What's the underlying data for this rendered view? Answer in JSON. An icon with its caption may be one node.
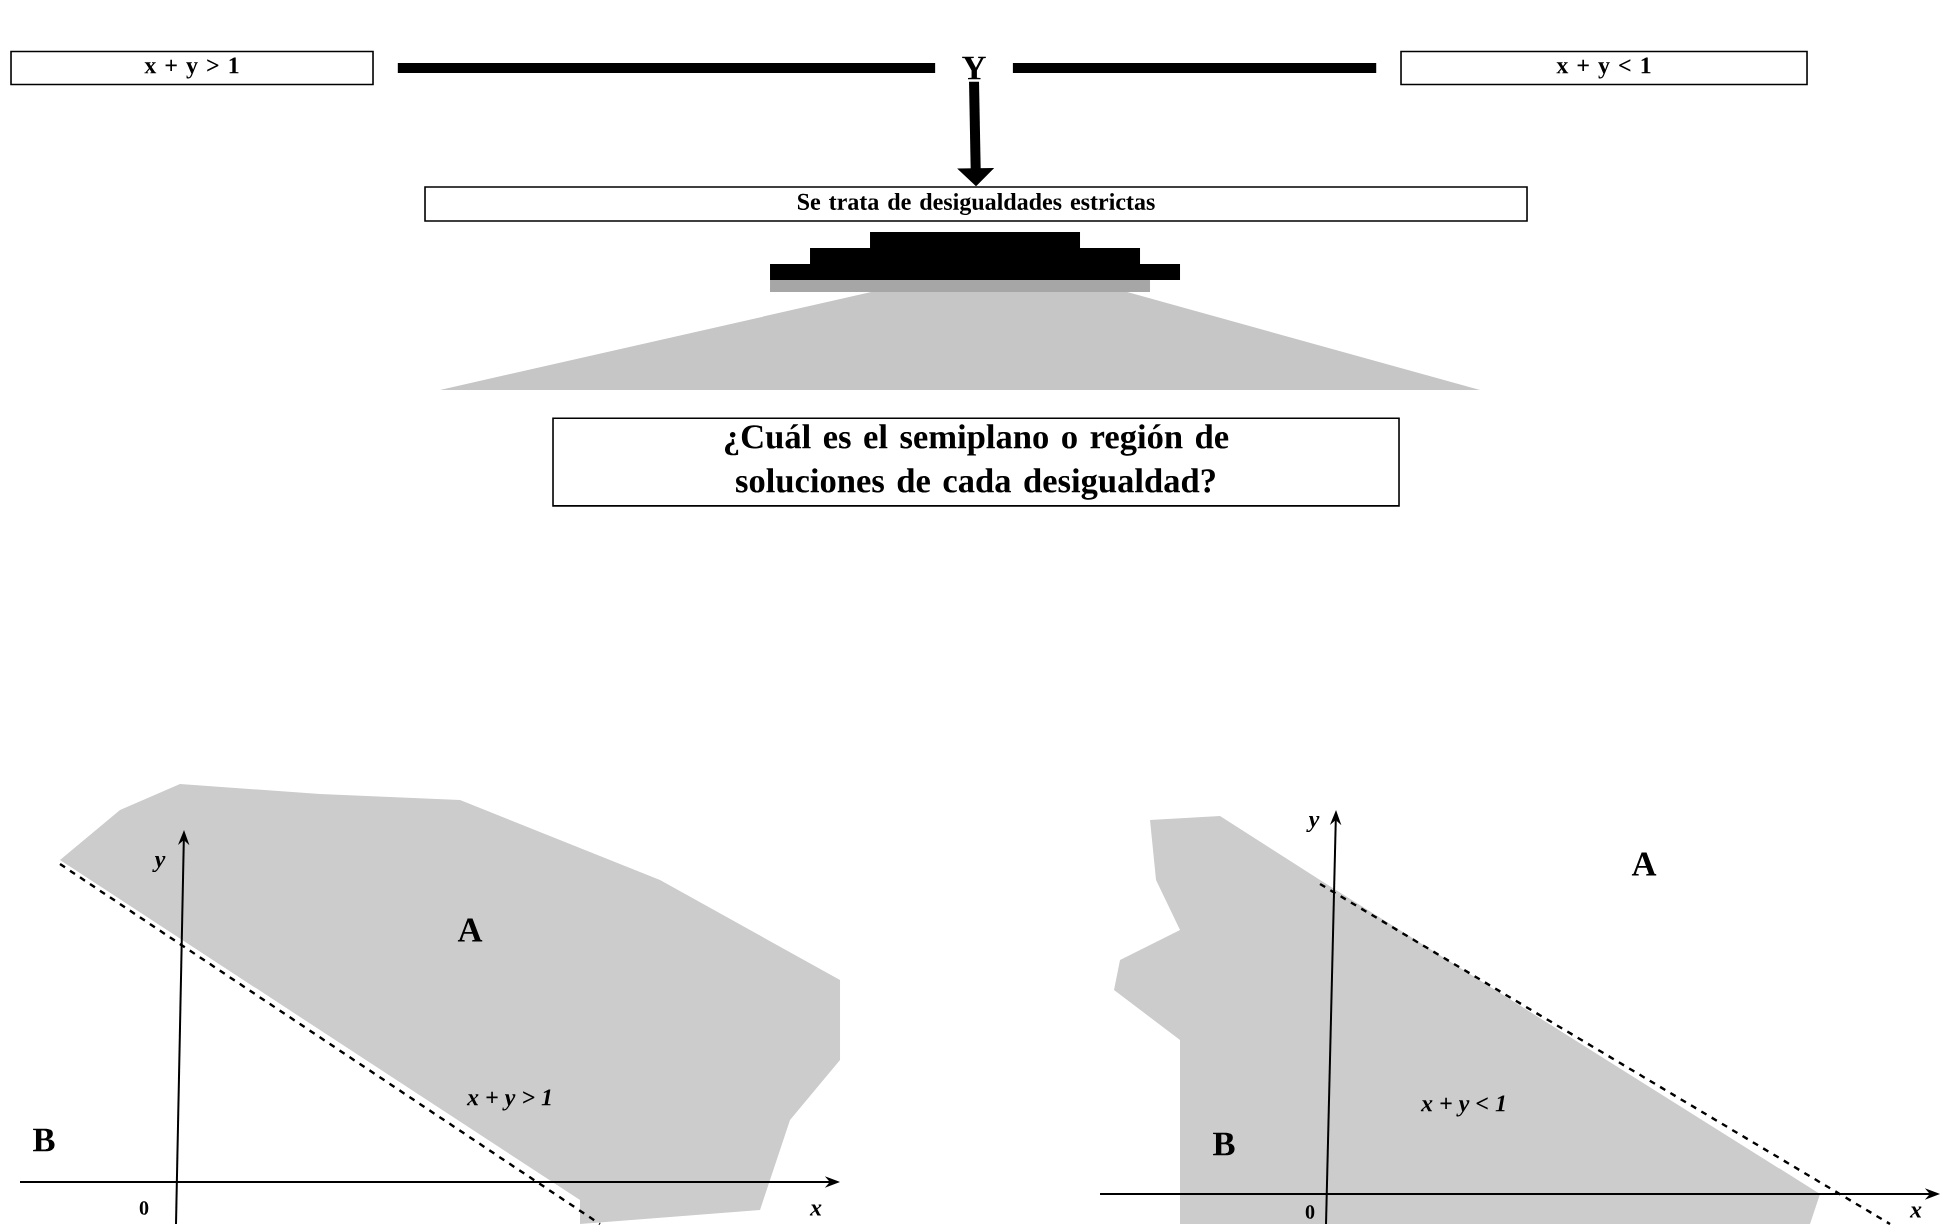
{
  "diagram": {
    "nodes": [
      {
        "text": [
          "x + y > 1"
        ]
      },
      {
        "text": [
          "Y"
        ]
      },
      {
        "text": [
          "x + y < 1"
        ]
      },
      {
        "text": [
          "Se trata de desigualdades estrictas"
        ]
      },
      {
        "text": [
          "¿Cuál es el semiplano o región de soluciones de cada desigualdad?"
        ]
      }
    ],
    "edges": [
      {
        "from": 0,
        "to": 1,
        "arrow": "none"
      },
      {
        "from": 1,
        "to": 2,
        "arrow": "none"
      },
      {
        "from": 1,
        "to": 3,
        "arrow": "to"
      }
    ],
    "labels": [
      "y",
      "A",
      "x + y > 1",
      "B",
      "0",
      "x",
      "y",
      "A",
      "x + y < 1",
      "B",
      "0",
      "x"
    ]
  }
}
